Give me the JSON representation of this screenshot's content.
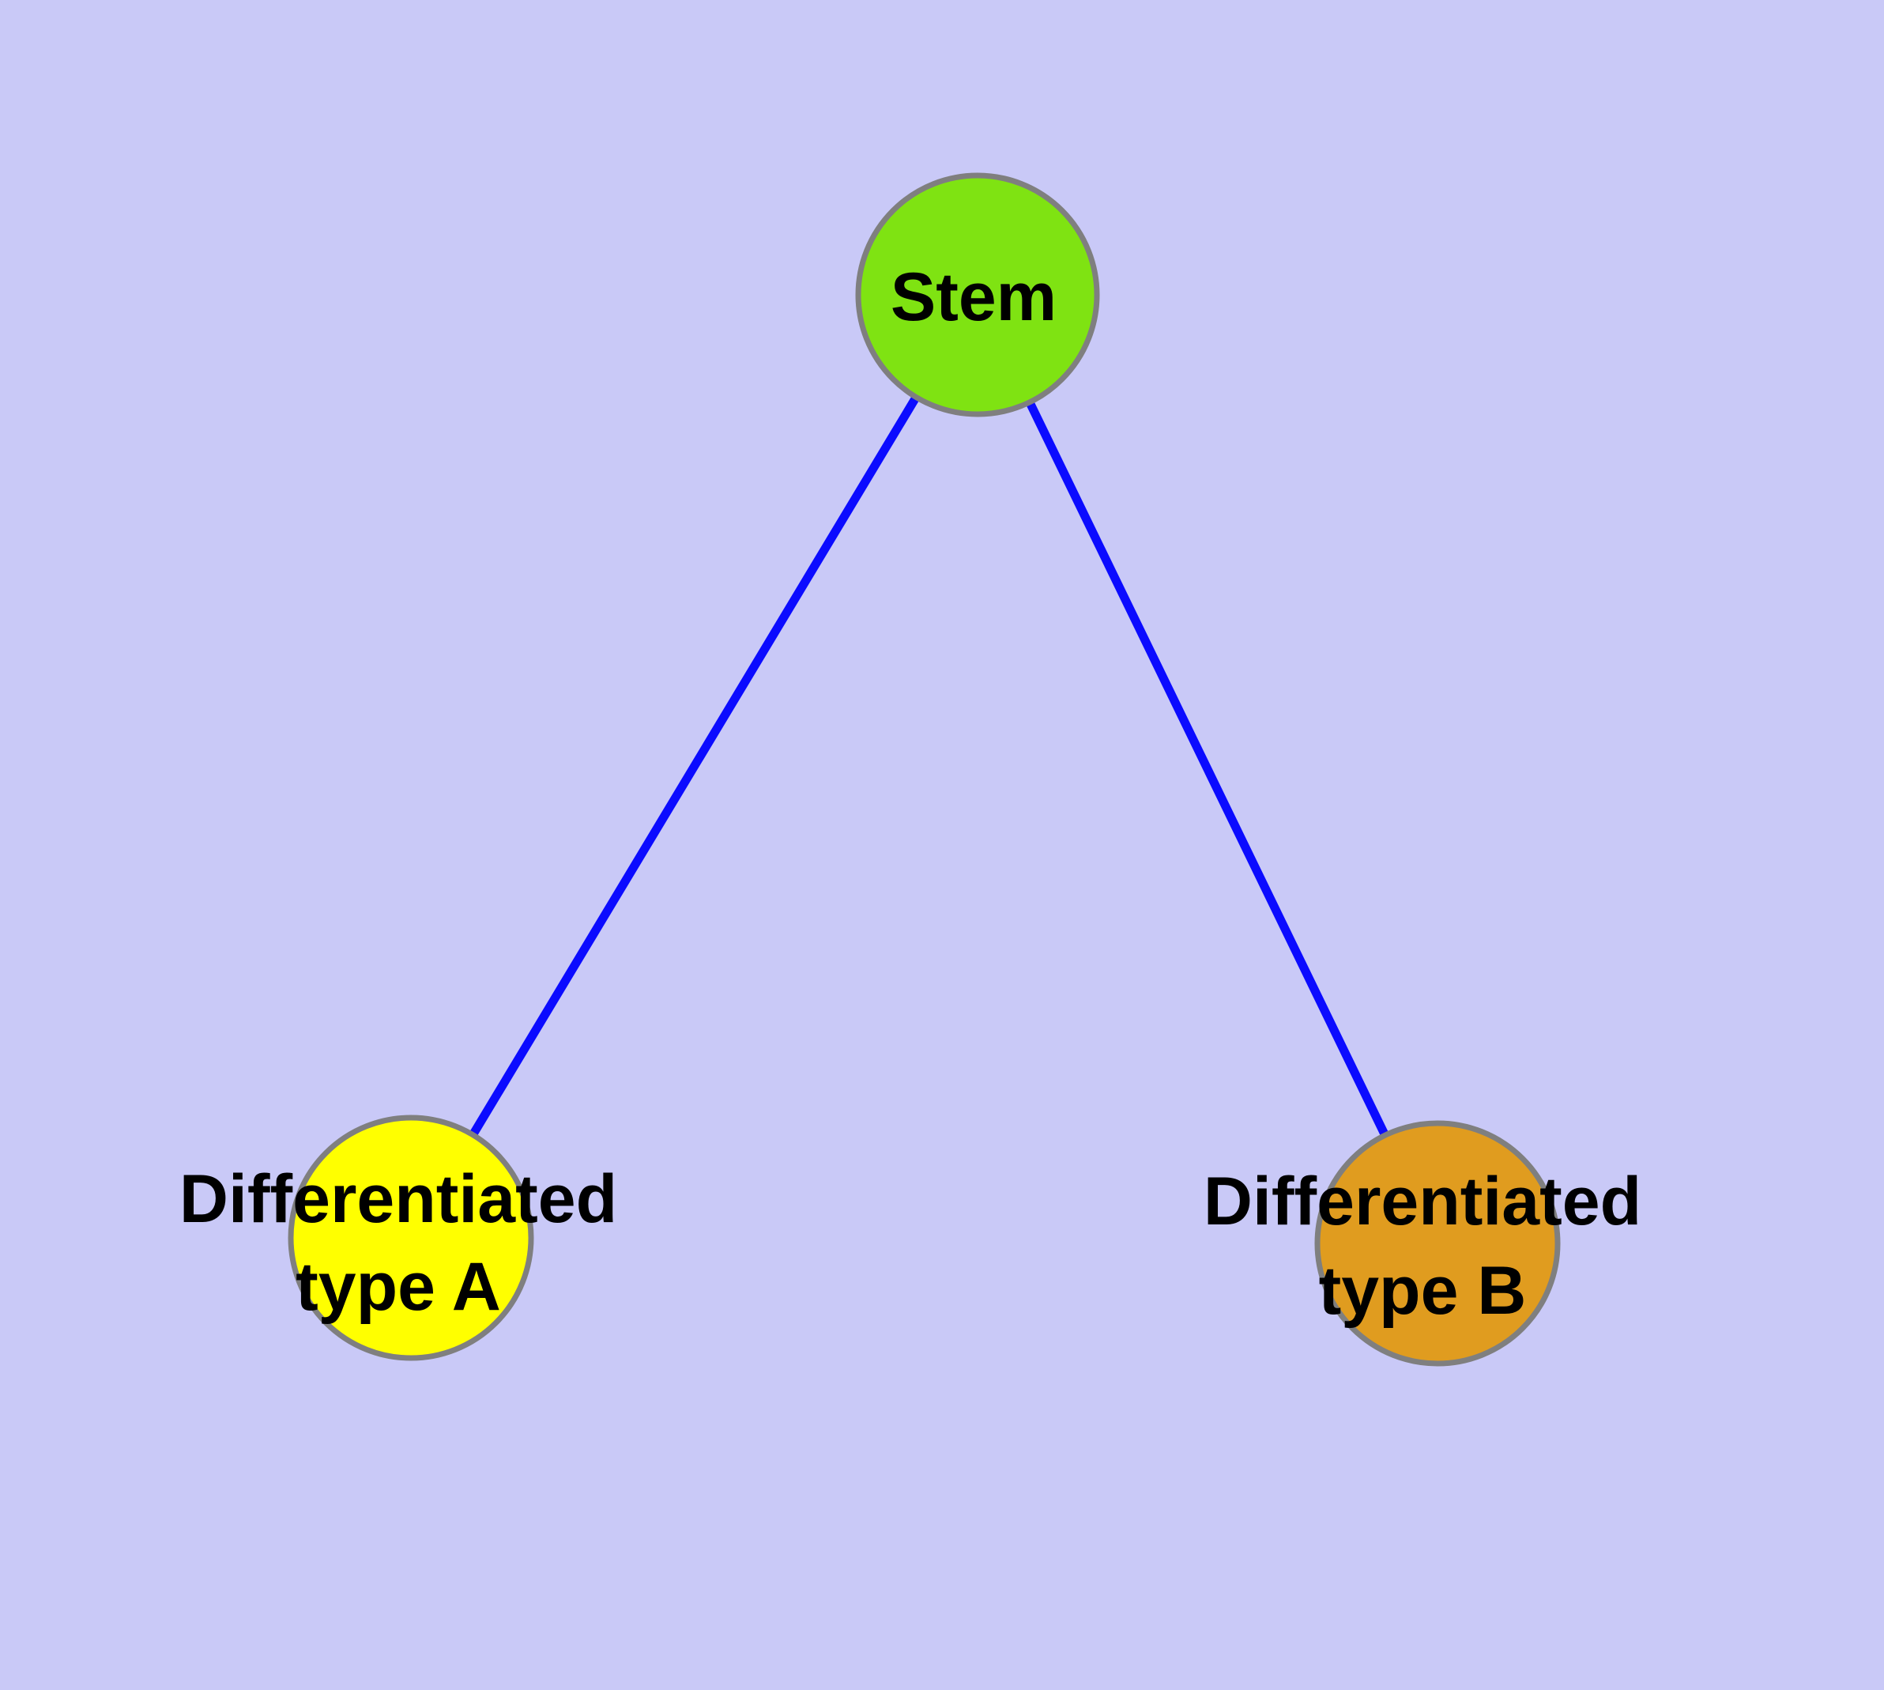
{
  "diagram": {
    "type": "graph",
    "background_color": "#C9C9F7",
    "edge_color": "#0B0BFF",
    "node_border_color": "#7F7F7F",
    "text_color": "#000000",
    "nodes": [
      {
        "id": "stem",
        "label": "Stem",
        "fill": "#7FE312"
      },
      {
        "id": "differentiated-type-a",
        "label_line1": "Differentiated",
        "label_line2": "type A",
        "fill": "#FFFF00"
      },
      {
        "id": "differentiated-type-b",
        "label_line1": "Differentiated",
        "label_line2": "type B",
        "fill": "#E09C1F"
      }
    ],
    "edges": [
      {
        "from": "Stem",
        "to": "Differentiated type A"
      },
      {
        "from": "Stem",
        "to": "Differentiated type B"
      }
    ]
  }
}
